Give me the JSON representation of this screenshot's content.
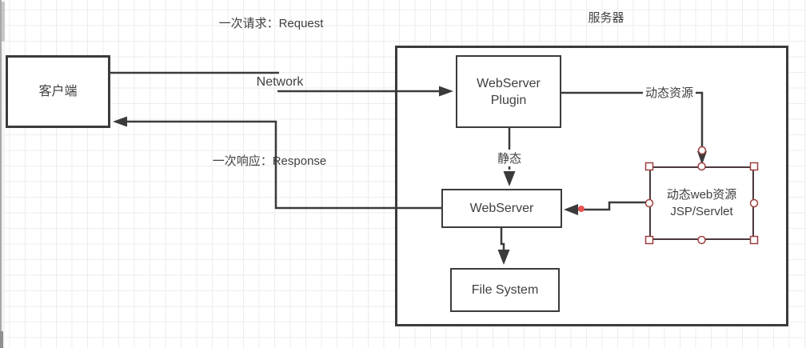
{
  "canvas": {
    "labels": {
      "request": "一次请求：Request",
      "response": "一次响应：Response",
      "network": "Network",
      "server_title": "服务器",
      "static_route": "静态",
      "dynamic_route": "动态资源"
    },
    "nodes": {
      "client": {
        "label": "客户端"
      },
      "webserver_plugin": {
        "line1": "WebServer",
        "line2": "Plugin"
      },
      "webserver": {
        "label": "WebServer"
      },
      "file_system": {
        "label": "File System"
      },
      "dynamic_web_resource": {
        "line1": "动态web资源",
        "line2": "JSP/Servlet"
      }
    },
    "colors": {
      "stroke": "#3b3b3b",
      "selection_handle_stroke": "#9e3f3f",
      "endpoint_dot": "#e8534f",
      "grid_line": "#ececec"
    }
  }
}
